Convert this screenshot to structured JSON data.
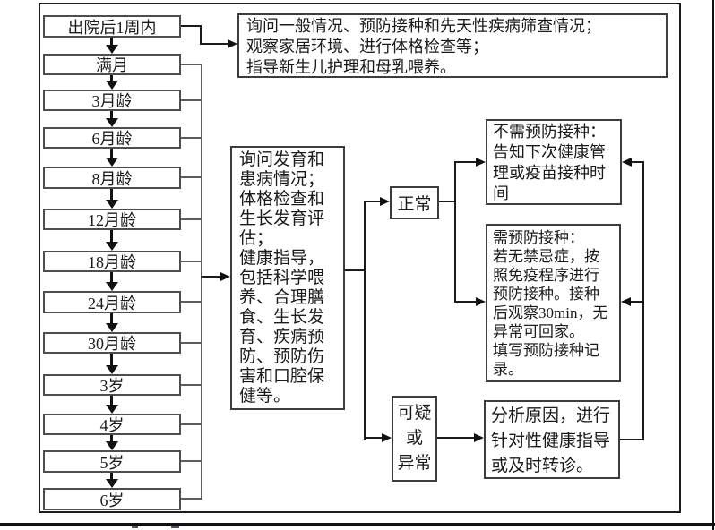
{
  "flowchart": {
    "schedule_nodes": [
      "出院后1周内",
      "满月",
      "3月龄",
      "6月龄",
      "8月龄",
      "12月龄",
      "18月龄",
      "24月龄",
      "30月龄",
      "3岁",
      "4岁",
      "5岁",
      "6岁"
    ],
    "newborn_visit_box": "询问一般情况、预防接种和先天性疾病筛查情况；\n观察家居环境、进行体格检查等；\n指导新生儿护理和母乳喂养。",
    "routine_visit_box": "询问发育和\n患病情况；\n体格检查和\n生长发育评\n估；\n健康指导，\n包括科学喂\n养、合理膳\n食、生长发\n育、疾病预\n防、预防伤\n害和口腔保\n健等。",
    "result_normal": "正常",
    "result_suspicious": "可疑\n或\n异常",
    "no_vaccination_box": "不需预防接种：\n告知下次健康管\n理或疫苗接种时\n间",
    "vaccination_box": "需预防接种：\n若无禁忌症，按\n照免疫程序进行\n预防接种。接种\n后观察30min，无\n异常可回家。\n填写预防接种记\n录。",
    "abnormal_action_box": "分析原因，进行\n针对性健康指导\n或及时转诊。"
  },
  "colors": {
    "line": "#1c1c1c",
    "box_border": "#3c3c3c",
    "background": "#ffffff",
    "text": "#1a1a1a"
  }
}
